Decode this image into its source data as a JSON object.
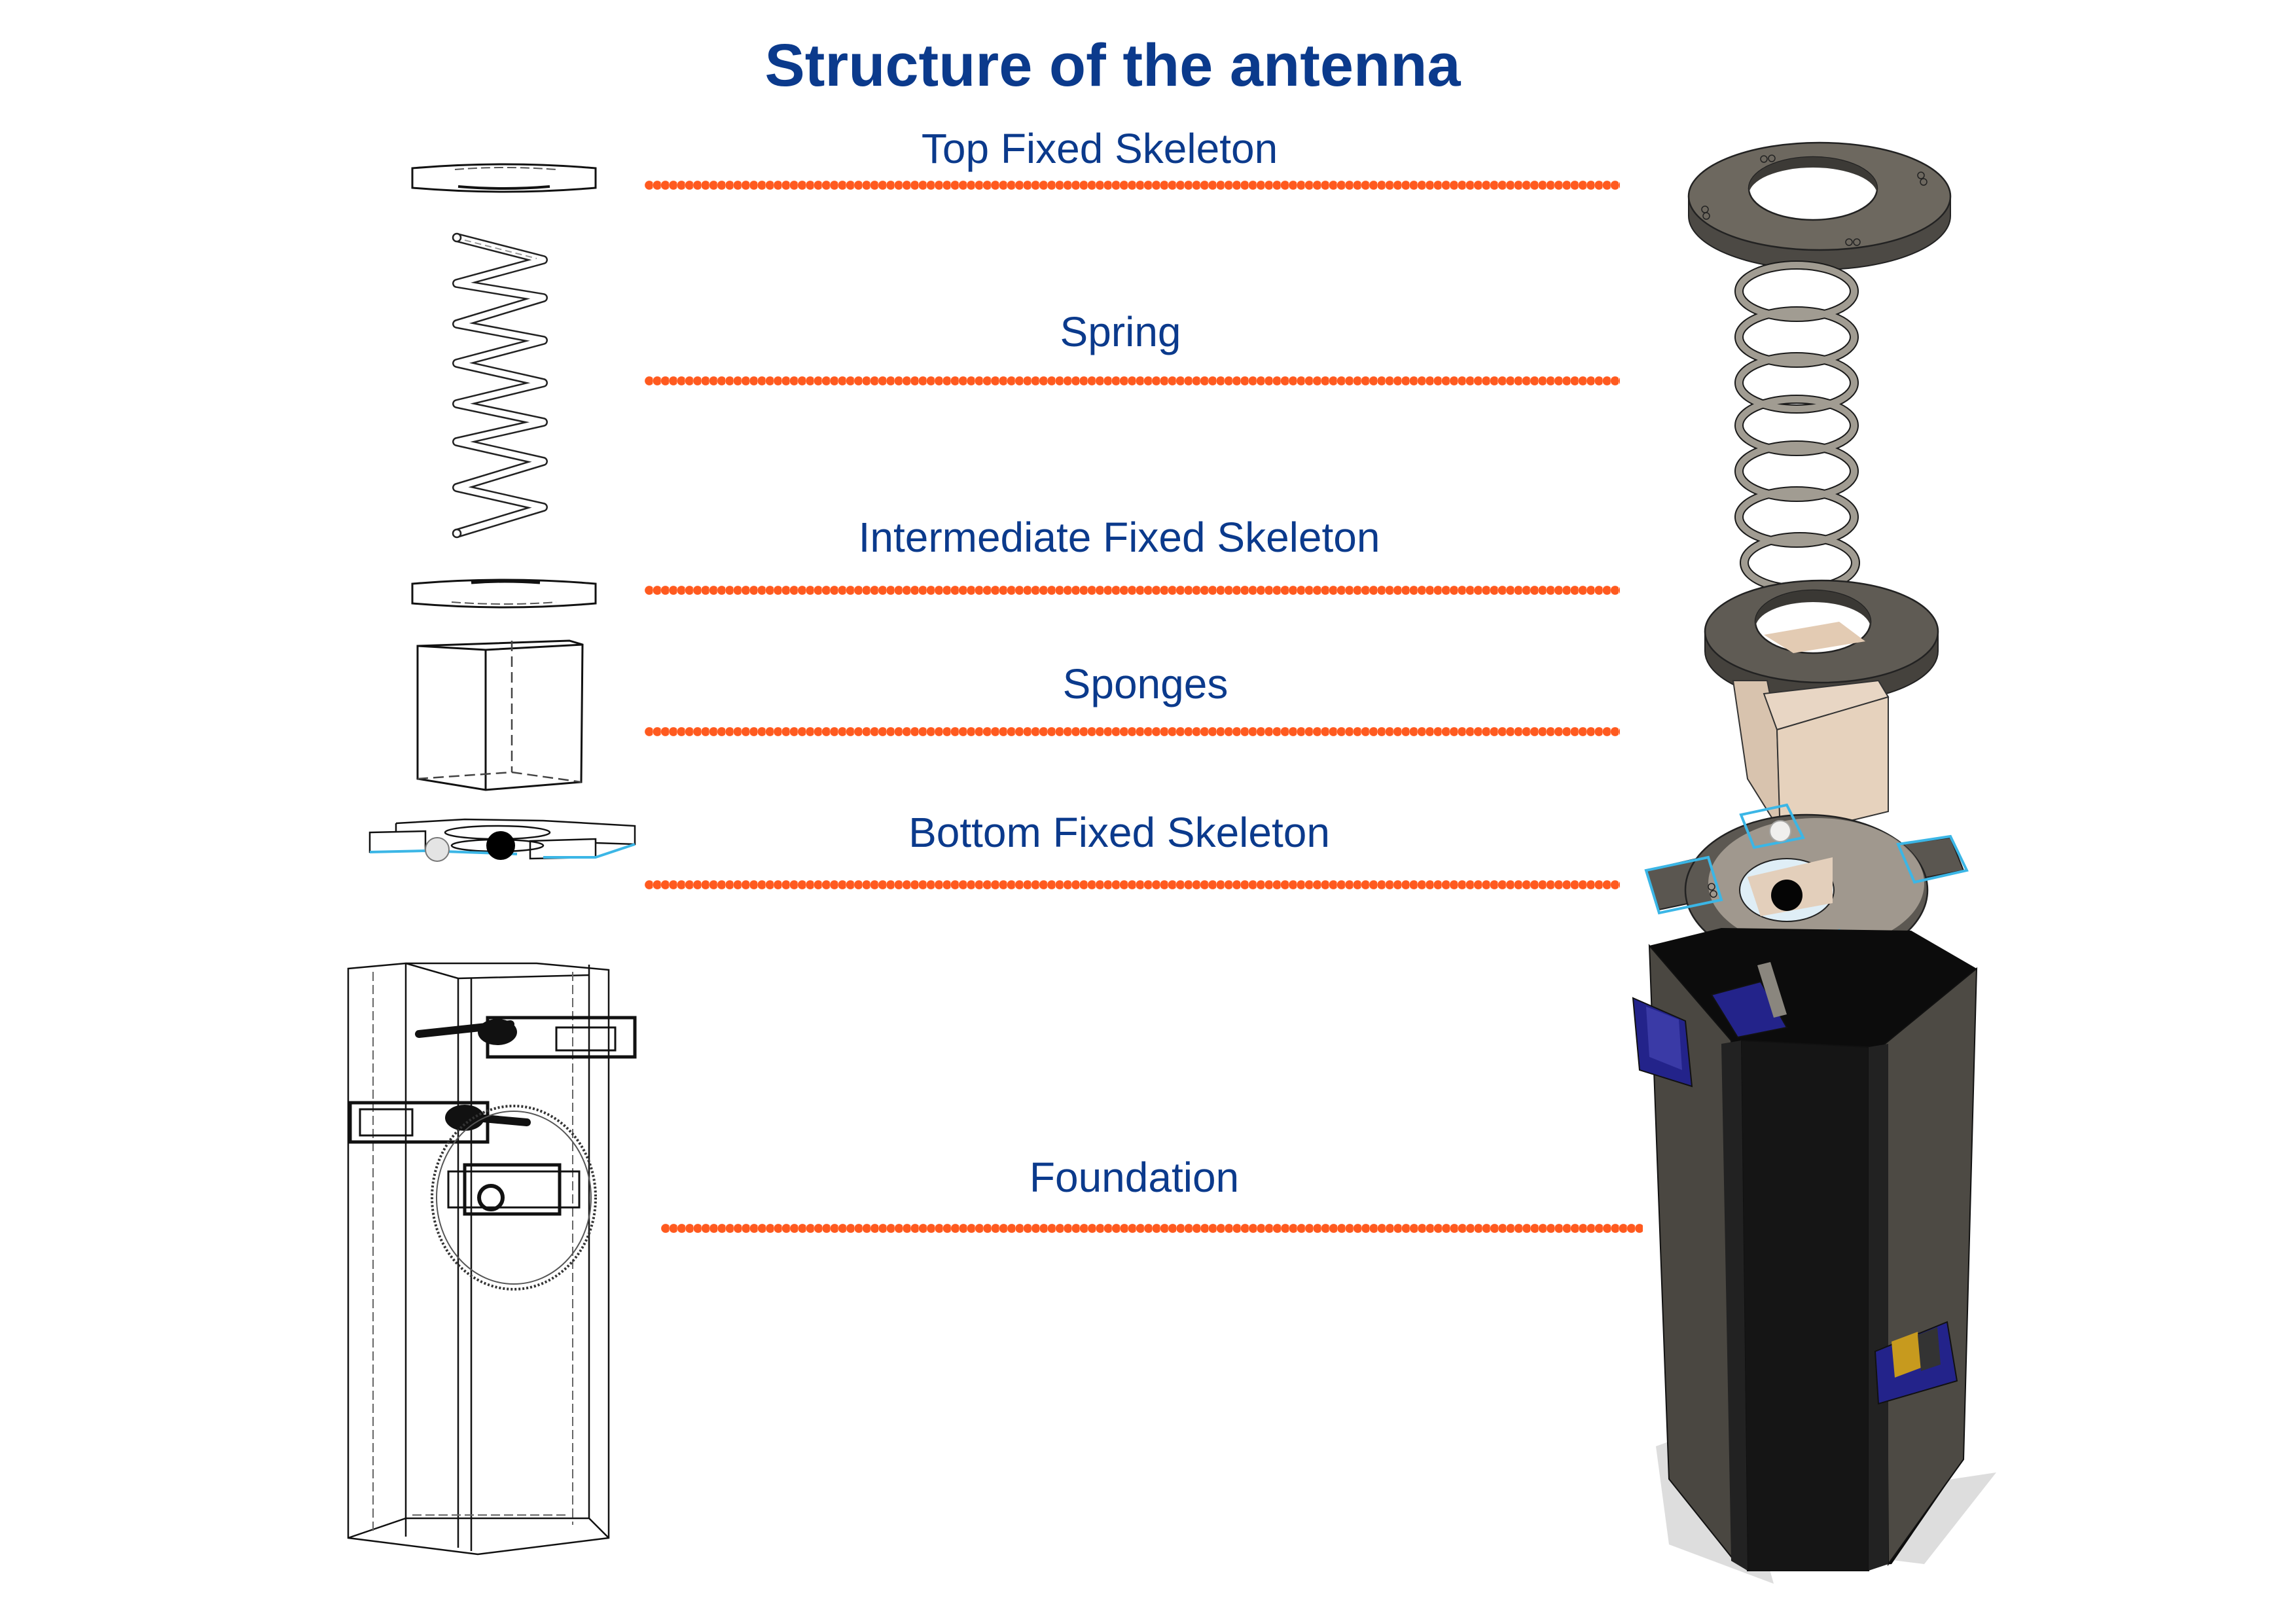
{
  "title": "Structure of the antenna",
  "colors": {
    "text": "#0B3A8C",
    "leader_dots": "#FF5A1F",
    "skeleton_gray": "#5E5A52",
    "sponge_beige": "#E6D2BE",
    "foundation_dark": "#2A2825",
    "servo_blue": "#22228A",
    "highlight_cyan": "#3BB6E6"
  },
  "components": [
    {
      "id": "top-fixed-skeleton",
      "label": "Top Fixed Skeleton"
    },
    {
      "id": "spring",
      "label": "Spring"
    },
    {
      "id": "intermediate-fixed-skeleton",
      "label": "Intermediate Fixed Skeleton"
    },
    {
      "id": "sponges",
      "label": "Sponges"
    },
    {
      "id": "bottom-fixed-skeleton",
      "label": "Bottom Fixed Skeleton"
    },
    {
      "id": "foundation",
      "label": "Foundation"
    }
  ],
  "views": {
    "left": "wireframe exploded parts",
    "right": "rendered 3D assembly"
  }
}
